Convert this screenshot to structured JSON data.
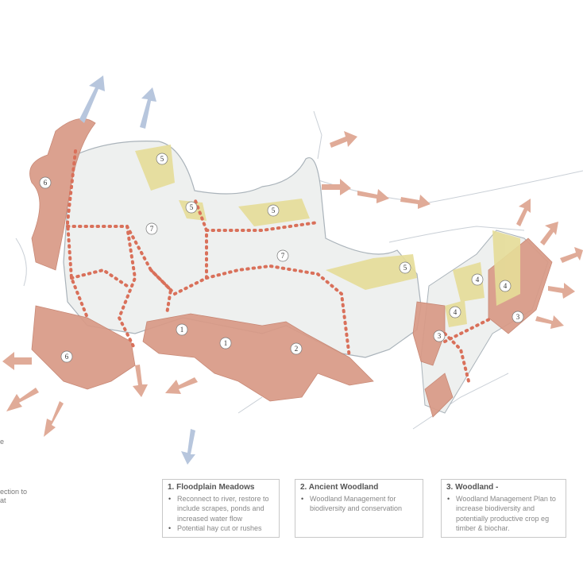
{
  "map": {
    "zone_labels": [
      "6",
      "5",
      "5",
      "5",
      "7",
      "7",
      "5",
      "4",
      "4",
      "4",
      "3",
      "3",
      "1",
      "1",
      "2",
      "6"
    ],
    "colors": {
      "woodland_zone": "#d99a86",
      "yellow_zone": "#e6dd98",
      "site": "#eef0ef",
      "water_arrow": "#b7c6dd",
      "hedgerow_dots": "#d9705a",
      "outward_arrow": "#e0ab98"
    }
  },
  "legend": [
    {
      "title": "1. Floodplain Meadows",
      "bullets": [
        "Reconnect to river, restore to include scrapes, ponds and increased water flow",
        "Potential hay cut or rushes"
      ]
    },
    {
      "title": "2. Ancient Woodland",
      "bullets": [
        "Woodland Management for biodiversity and conservation"
      ]
    },
    {
      "title": "3. Woodland -",
      "bullets": [
        "Woodland Management Plan to increase biodiversity and potentially productive crop eg timber & biochar."
      ]
    }
  ],
  "left_fragments": [
    "e",
    "ection to",
    "at"
  ]
}
